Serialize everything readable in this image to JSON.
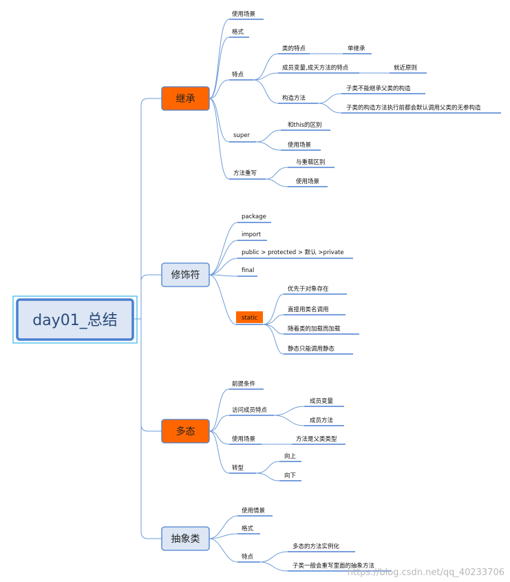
{
  "root": {
    "label": "day01_总结"
  },
  "branches": {
    "inherit": {
      "label": "继承",
      "items": {
        "usage": "使用场景",
        "format": "格式",
        "features": {
          "label": "特点",
          "class_feature": {
            "label": "类的特点",
            "value": "单继承"
          },
          "member_feature": {
            "label": "成员变量,成天方法的特点",
            "value": "就近原则"
          },
          "constructor": {
            "label": "构造方法",
            "a": "子类不能继承父类的构造",
            "b": "子类的构造方法执行前都会默认调用父类的无参构造"
          }
        },
        "super": {
          "label": "super",
          "a": "和this的区别",
          "b": "使用场景"
        },
        "override": {
          "label": "方法重写",
          "a": "与重载区别",
          "b": "使用场景"
        }
      }
    },
    "modifier": {
      "label": "修饰符",
      "items": {
        "package": "package",
        "import": "import",
        "access": "public > protected > 默认 >private",
        "final": "final",
        "static": {
          "label": "static",
          "a": "优先于对象存在",
          "b": "直接用类名调用",
          "c": "随着类的加载而加载",
          "d": "静态只能调用静态"
        }
      }
    },
    "poly": {
      "label": "多态",
      "items": {
        "precondition": "前提条件",
        "member_access": {
          "label": "访问成员特点",
          "a": "成员变量",
          "b": "成员方法"
        },
        "usage": {
          "label": "使用场景",
          "a": "方法是父类类型"
        },
        "cast": {
          "label": "转型",
          "a": "向上",
          "b": "向下"
        }
      }
    },
    "abstract": {
      "label": "抽象类",
      "items": {
        "usage": "使用情景",
        "format": "格式",
        "features": {
          "label": "特点",
          "a": "多态的方法实例化",
          "b": "子类一般会重写里面的抽象方法"
        }
      }
    }
  },
  "watermark": "https://blog.csdn.net/qq_40233706",
  "colors": {
    "orange": "#ff6600",
    "blue_fill": "#dce6f4",
    "blue_border": "#4a7fd0",
    "connector": "#6b9bd8"
  }
}
